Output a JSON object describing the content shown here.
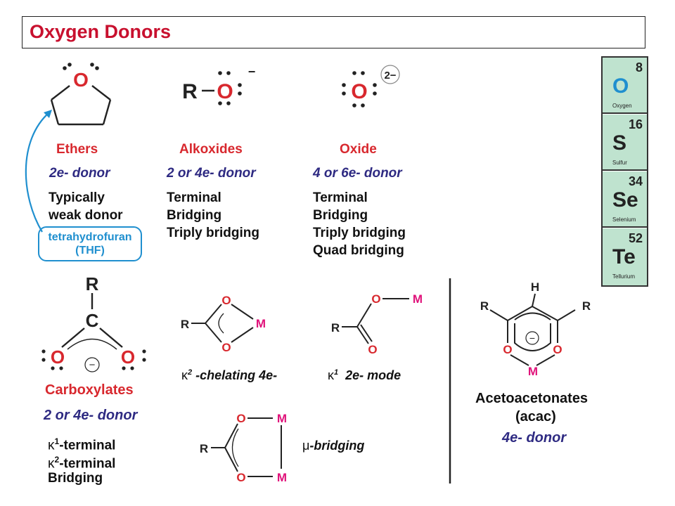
{
  "title": "Oxygen Donors",
  "ethers": {
    "label": "Ethers",
    "donor": "2e- donor",
    "desc": [
      "Typically",
      "weak donor"
    ],
    "thf": [
      "tetrahydrofuran",
      "(THF)"
    ]
  },
  "alkoxides": {
    "label": "Alkoxides",
    "donor": "2 or 4e- donor",
    "desc": [
      "Terminal",
      "Bridging",
      "Triply bridging"
    ],
    "formula_r": "R",
    "formula_o": "O",
    "charge": "−"
  },
  "oxide": {
    "label": "Oxide",
    "donor": "4 or 6e- donor",
    "desc": [
      "Terminal",
      "Bridging",
      "Triply bridging",
      "Quad bridging"
    ],
    "atom": "O",
    "charge": "2−"
  },
  "ether_atom": "O",
  "periodic": [
    {
      "num": "8",
      "sym": "O",
      "name": "Oxygen",
      "color": "#1f8fcf"
    },
    {
      "num": "16",
      "sym": "S",
      "name": "Sulfur",
      "color": "#222222"
    },
    {
      "num": "34",
      "sym": "Se",
      "name": "Selenium",
      "color": "#222222"
    },
    {
      "num": "52",
      "sym": "Te",
      "name": "Tellurium",
      "color": "#222222"
    }
  ],
  "carboxylates": {
    "label": "Carboxylates",
    "donor": "2 or 4e- donor",
    "modes": [
      {
        "kappa": "κ",
        "sup": "1",
        "text": "-terminal"
      },
      {
        "kappa": "κ",
        "sup": "2",
        "text": "-terminal"
      },
      {
        "kappa": "",
        "sup": "",
        "text": "Bridging"
      }
    ],
    "atoms": {
      "r": "R",
      "c": "C",
      "o": "O",
      "minus": "−"
    }
  },
  "chelating": {
    "kappa": "κ",
    "sup": "2",
    "text": " -chelating 4e-"
  },
  "monodentate": {
    "kappa": "κ",
    "sup": "1",
    "text": "  2e- mode"
  },
  "bridging": {
    "mu": "μ",
    "text": "-bridging"
  },
  "metal": "M",
  "acac": {
    "label": [
      "Acetoacetonates",
      "(acac)"
    ],
    "donor": "4e- donor",
    "h": "H"
  },
  "colors": {
    "red": "#d8282e",
    "navy": "#2e2a82",
    "blue": "#1f8fcf",
    "magenta": "#e0127a",
    "table_green": "#bfe3cf"
  }
}
